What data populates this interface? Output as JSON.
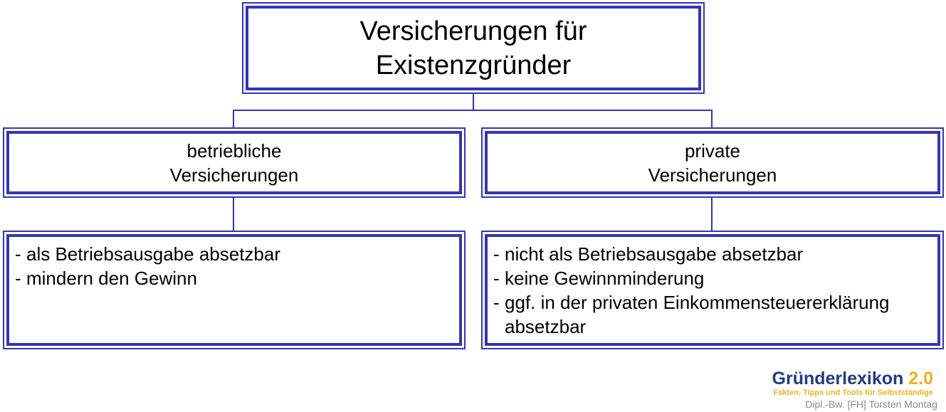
{
  "diagram": {
    "root": {
      "lines": [
        "Versicherungen für",
        "Existenzgründer"
      ]
    },
    "branches": [
      {
        "title_lines": [
          "betriebliche",
          "Versicherungen"
        ],
        "points": [
          "als Betriebsausgabe absetzbar",
          "mindern den Gewinn"
        ]
      },
      {
        "title_lines": [
          "private",
          "Versicherungen"
        ],
        "points": [
          "nicht als Betriebsausgabe absetzbar",
          "keine Gewinnminderung",
          "ggf. in der privaten Einkommensteuererklärung absetzbar"
        ]
      }
    ]
  },
  "logo": {
    "name": "Gründerlexikon",
    "version": "2.0",
    "tagline": "Fakten, Tipps und Tools für Selbstständige"
  },
  "author": "Dipl.-Bw. [FH] Torsten Montag",
  "colors": {
    "border": "#3535b5",
    "logo_blue": "#1f3d80",
    "logo_yellow": "#f0b21c"
  }
}
